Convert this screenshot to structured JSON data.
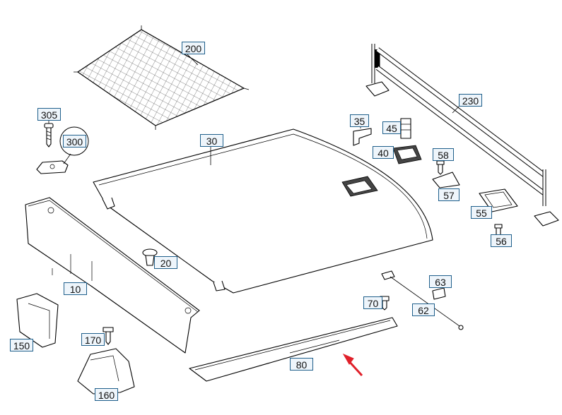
{
  "diagram": {
    "colors": {
      "label_border": "#1f5f8b",
      "label_fill": "#eef5fb",
      "arrow": "#e0202a",
      "line": "#000000"
    },
    "callouts": [
      {
        "id": "200",
        "text": "200"
      },
      {
        "id": "305",
        "text": "305"
      },
      {
        "id": "300",
        "text": "300"
      },
      {
        "id": "30",
        "text": "30"
      },
      {
        "id": "230",
        "text": "230"
      },
      {
        "id": "35",
        "text": "35"
      },
      {
        "id": "45",
        "text": "45"
      },
      {
        "id": "40",
        "text": "40"
      },
      {
        "id": "58",
        "text": "58"
      },
      {
        "id": "57",
        "text": "57"
      },
      {
        "id": "55",
        "text": "55"
      },
      {
        "id": "56",
        "text": "56"
      },
      {
        "id": "20",
        "text": "20"
      },
      {
        "id": "10",
        "text": "10"
      },
      {
        "id": "63",
        "text": "63"
      },
      {
        "id": "70",
        "text": "70"
      },
      {
        "id": "62",
        "text": "62"
      },
      {
        "id": "150",
        "text": "150"
      },
      {
        "id": "170",
        "text": "170"
      },
      {
        "id": "80",
        "text": "80"
      },
      {
        "id": "160",
        "text": "160"
      }
    ],
    "icons": [
      "cargo-net-icon",
      "load-floor-cover-icon",
      "side-panel-icon",
      "partition-rail-icon",
      "red-arrow-icon"
    ]
  }
}
